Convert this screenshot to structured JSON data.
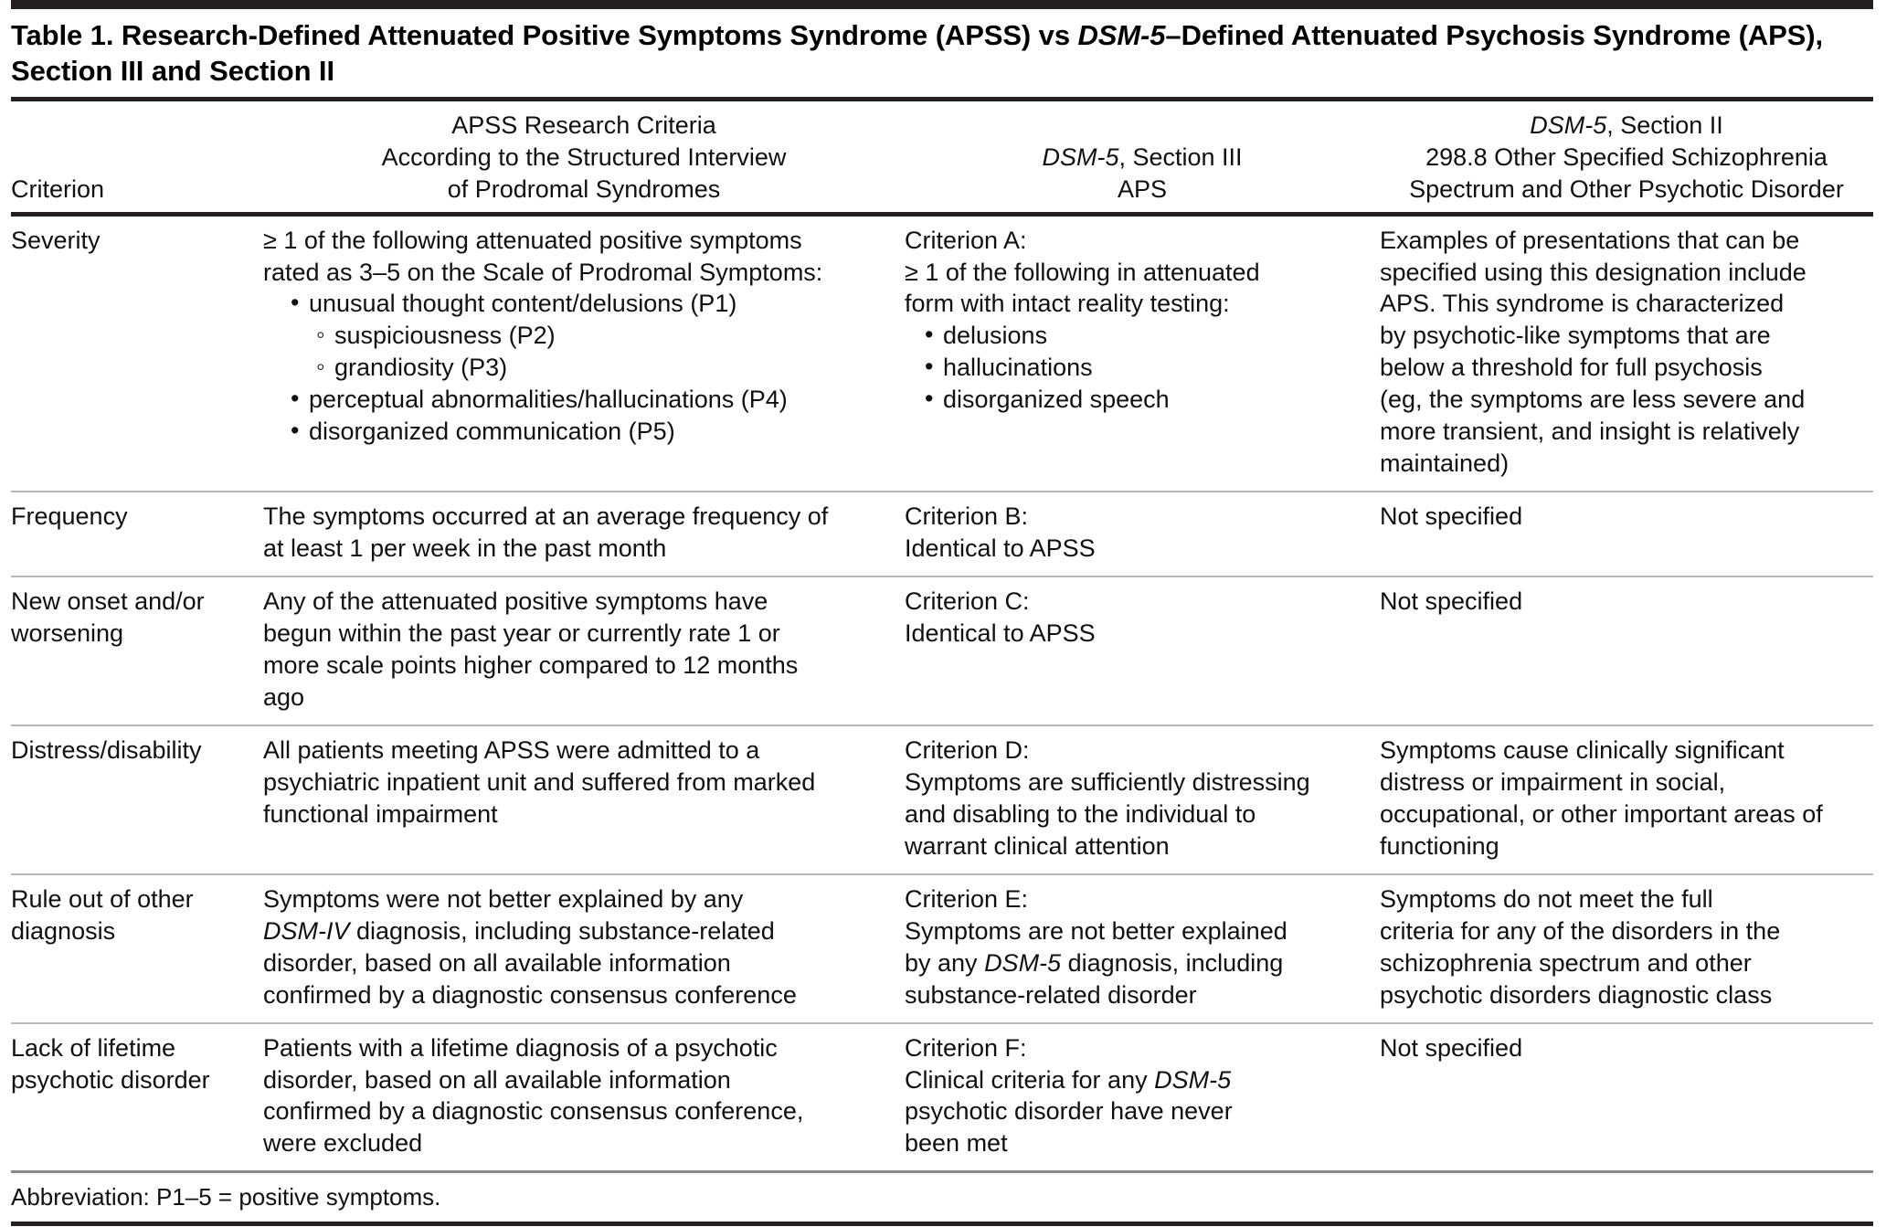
{
  "title": {
    "prefix": "Table 1. Research-Defined Attenuated Positive Symptoms Syndrome (APSS) vs ",
    "italic": "DSM-5",
    "suffix": "–Defined Attenuated Psychosis Syndrome (APS), Section III and Section II"
  },
  "headers": {
    "col1": "Criterion",
    "col2_line1": "APSS Research Criteria",
    "col2_line2": "According to the Structured Interview",
    "col2_line3": "of Prodromal Syndromes",
    "col3_line1_italic": "DSM-5",
    "col3_line1_rest": ", Section III",
    "col3_line2": "APS",
    "col4_line1_italic": "DSM-5",
    "col4_line1_rest": ", Section II",
    "col4_line2": "298.8 Other Specified Schizophrenia",
    "col4_line3": "Spectrum and Other Psychotic Disorder"
  },
  "rows": [
    {
      "criterion_l1": "Severity",
      "criterion_l2": "",
      "apss_intro_l1": "≥ 1 of the following attenuated positive symptoms",
      "apss_intro_l2": "rated as 3–5 on the Scale of Prodromal Symptoms:",
      "apss_bullets": [
        {
          "level": 1,
          "text": "unusual thought content/delusions (P1)"
        },
        {
          "level": 2,
          "text": "suspiciousness (P2)"
        },
        {
          "level": 2,
          "text": "grandiosity (P3)"
        },
        {
          "level": 1,
          "text": "perceptual abnormalities/hallucinations (P4)"
        },
        {
          "level": 1,
          "text": "disorganized communication (P5)"
        }
      ],
      "dsm3_l1": "Criterion A:",
      "dsm3_l2": "≥ 1 of the following in attenuated",
      "dsm3_l3": "form with intact reality testing:",
      "dsm3_bullets": [
        "delusions",
        "hallucinations",
        "disorganized speech"
      ],
      "dsm2_lines": [
        "Examples of presentations that can be",
        "specified using this designation include",
        "APS. This syndrome is characterized",
        "by psychotic-like symptoms that are",
        "below a threshold for full psychosis",
        "(eg, the symptoms are less severe and",
        "more transient, and insight is relatively",
        "maintained)"
      ]
    },
    {
      "criterion_l1": "Frequency",
      "criterion_l2": "",
      "apss_lines": [
        "The symptoms occurred at an average frequency of",
        "at least 1 per week in the past month"
      ],
      "dsm3_lines": [
        "Criterion B:",
        "Identical to APSS"
      ],
      "dsm2_lines": [
        "Not specified"
      ]
    },
    {
      "criterion_l1": "New onset and/or",
      "criterion_l2": "worsening",
      "apss_lines": [
        "Any of the attenuated positive symptoms have",
        "begun within the past year or currently rate 1 or",
        "more scale points higher compared to 12 months",
        "ago"
      ],
      "dsm3_lines": [
        "Criterion C:",
        "Identical to APSS"
      ],
      "dsm2_lines": [
        "Not specified"
      ]
    },
    {
      "criterion_l1": "Distress/disability",
      "criterion_l2": "",
      "apss_lines": [
        "All patients meeting APSS were admitted to a",
        "psychiatric inpatient unit and suffered from marked",
        "functional impairment"
      ],
      "dsm3_lines": [
        "Criterion D:",
        "Symptoms are sufficiently distressing",
        "and disabling to the individual to",
        "warrant clinical attention"
      ],
      "dsm2_lines": [
        "Symptoms cause clinically significant",
        "distress or impairment in social,",
        "occupational, or other important areas of",
        "functioning"
      ]
    },
    {
      "criterion_l1": "Rule out of other",
      "criterion_l2": "diagnosis",
      "apss_lines": [
        "Symptoms were not better explained by any",
        "DSM-IV diagnosis, including substance-related",
        "disorder, based on all available information",
        "confirmed by a diagnostic consensus conference"
      ],
      "apss_italic_line": 1,
      "apss_italic_word": "DSM-IV",
      "dsm3_lines": [
        "Criterion E:",
        "Symptoms are not better explained",
        "by any DSM-5 diagnosis, including",
        "substance-related disorder"
      ],
      "dsm3_italic_line": 2,
      "dsm3_italic_word": "DSM-5",
      "dsm2_lines": [
        "Symptoms do not meet the full",
        "criteria for any of the disorders in the",
        "schizophrenia spectrum and other",
        "psychotic disorders diagnostic class"
      ]
    },
    {
      "criterion_l1": "Lack of lifetime",
      "criterion_l2": "psychotic disorder",
      "apss_lines": [
        "Patients with a lifetime diagnosis of a psychotic",
        "disorder, based on all available information",
        "confirmed by a diagnostic consensus conference,",
        "were excluded"
      ],
      "dsm3_lines": [
        "Criterion F:",
        "Clinical criteria for any DSM-5",
        "psychotic disorder have never",
        "been met"
      ],
      "dsm3_italic_line": 1,
      "dsm3_italic_word": "DSM-5",
      "dsm2_lines": [
        "Not specified"
      ]
    }
  ],
  "footnote": "Abbreviation: P1–5 = positive symptoms."
}
